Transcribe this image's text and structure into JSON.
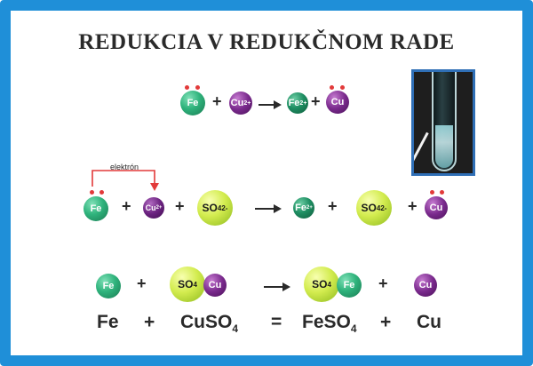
{
  "title": "REDUKCIA  V REDUKČNOM RADE",
  "row1": {
    "fe": "Fe",
    "plus1": "+",
    "cu_ion": "Cu",
    "cu_ion_charge": "2+",
    "fe_ion": "Fe",
    "fe_ion_charge": "2+",
    "plus2": "+",
    "cu": "Cu"
  },
  "row2": {
    "electron_label": "elektrón",
    "fe": "Fe",
    "plus1": "+",
    "cu_ion": "Cu",
    "cu_ion_charge": "2+",
    "plus2": "+",
    "so4": "SO",
    "so4_sub": "4",
    "so4_sup": "2-",
    "fe_ion": "Fe",
    "fe_ion_charge": "2+",
    "plus3": "+",
    "so4b": "SO",
    "so4b_sub": "4",
    "so4b_sup": "2-",
    "plus4": "+",
    "cu": "Cu"
  },
  "row3": {
    "fe": "Fe",
    "plus1": "+",
    "so4": "SO",
    "so4_sub": "4",
    "cu": "Cu",
    "feso4_so4": "SO",
    "feso4_sub": "4",
    "feso4_fe": "Fe",
    "plus2": "+",
    "cu2": "Cu"
  },
  "equation": {
    "fe": "Fe",
    "plus1": "+",
    "cuso4": "CuSO",
    "cuso4_sub": "4",
    "equals": "=",
    "feso4": "FeSO",
    "feso4_sub": "4",
    "plus2": "+",
    "cu": "Cu"
  },
  "colors": {
    "frame": "#1f8fd8",
    "iron": "#2fb37c",
    "copper": "#7a2a8d",
    "sulfate": "#d3ec4f",
    "electron": "#e23a3a"
  }
}
